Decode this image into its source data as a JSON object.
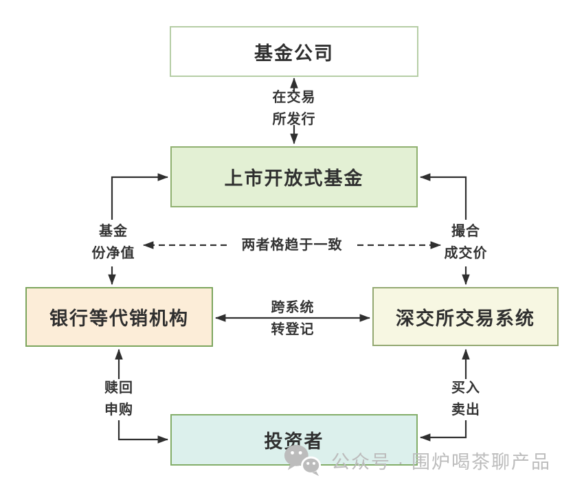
{
  "nodes": {
    "fund_company": {
      "label": "基金公司",
      "fill": "#ffffff",
      "border": "#b5cda5"
    },
    "listed_open_fund": {
      "label": "上市开放式基金",
      "fill": "#e3f0d4",
      "border": "#8fb06f"
    },
    "bank_agency": {
      "label": "银行等代销机构",
      "fill": "#fcedd8",
      "border": "#7ba55c"
    },
    "szse_trading_system": {
      "label": "深交所交易系统",
      "fill": "#f7f7e2",
      "border": "#93a871"
    },
    "investor": {
      "label": "投资者",
      "fill": "#dcf0ec",
      "border": "#82ad68"
    }
  },
  "edge_labels": {
    "issue_on_exchange": "在交易\n所发行",
    "fund_share_nav": "基金\n份净值",
    "matched_trade_price": "撮合\n成交价",
    "prices_converge": "两者格趋于一致",
    "cross_system_transfer": "跨系统\n转登记",
    "redeem_subscribe": "赎回\n申购",
    "buy_sell": "买入\n卖出"
  },
  "watermark": {
    "icon": "wechat-icon",
    "text": "公众号 · 围炉喝茶聊产品"
  },
  "colors": {
    "line": "#2f2f2f",
    "label_text": "#333333",
    "watermark": "#bcbcbc",
    "background": "#ffffff"
  }
}
